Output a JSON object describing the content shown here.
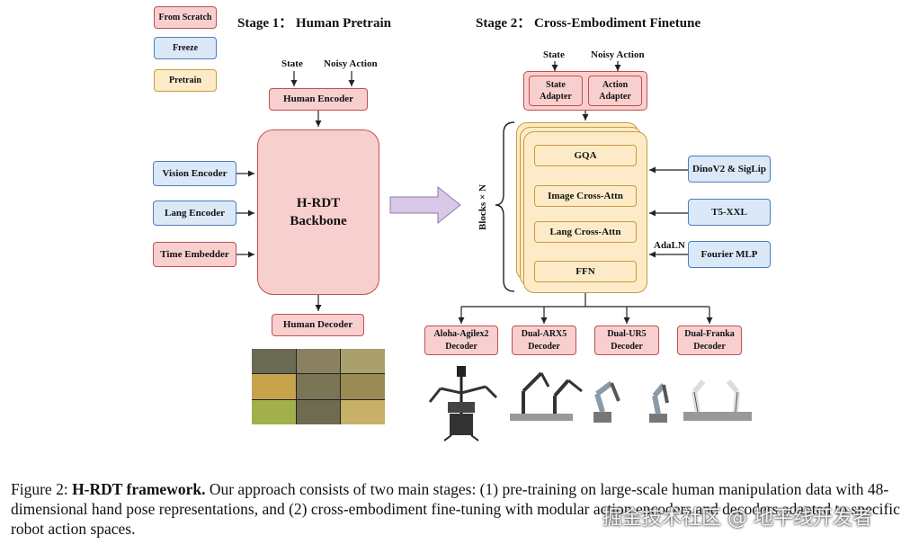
{
  "legend": {
    "scratch": "From Scratch",
    "freeze": "Freeze",
    "pretrain": "Pretrain"
  },
  "stage1": {
    "title": "Stage 1： Human Pretrain",
    "inputs": {
      "state": "State",
      "noisy_action": "Noisy Action"
    },
    "human_encoder": "Human Encoder",
    "vision_encoder": "Vision Encoder",
    "lang_encoder": "Lang Encoder",
    "time_embedder": "Time Embedder",
    "backbone_line1": "H-RDT",
    "backbone_line2": "Backbone",
    "human_decoder": "Human Decoder"
  },
  "stage2": {
    "title": "Stage 2： Cross-Embodiment  Finetune",
    "inputs": {
      "state": "State",
      "noisy_action": "Noisy Action"
    },
    "state_adapter": [
      "State",
      "Adapter"
    ],
    "action_adapter": [
      "Action",
      "Adapter"
    ],
    "blocks_label": "Blocks × N",
    "gqa": "GQA",
    "image_xattn": "Image Cross-Attn",
    "lang_xattn": "Lang Cross-Attn",
    "ffn": "FFN",
    "dinov2": "DinoV2 & SigLip",
    "t5": "T5-XXL",
    "adaln": "AdaLN",
    "fourier": "Fourier MLP",
    "decoders": [
      [
        "Aloha-Agilex2",
        "Decoder"
      ],
      [
        "Dual-ARX5",
        "Decoder"
      ],
      [
        "Dual-UR5",
        "Decoder"
      ],
      [
        "Dual-Franka",
        "Decoder"
      ]
    ]
  },
  "caption": {
    "prefix": "Figure 2: ",
    "bold": "H-RDT framework.",
    "text": " Our approach consists of two main stages: (1) pre-training on large-scale human manipulation data with 48-dimensional hand pose representations, and (2) cross-embodiment fine-tuning with modular action encoders and decoders adapted to specific robot action spaces."
  },
  "watermark": "掘金技术社区 @ 地平线开发者",
  "colors": {
    "scratch": "#f8cfcf",
    "freeze": "#dbe8f8",
    "pretrain": "#fdebc8",
    "arrow": "#d9c7e6"
  }
}
